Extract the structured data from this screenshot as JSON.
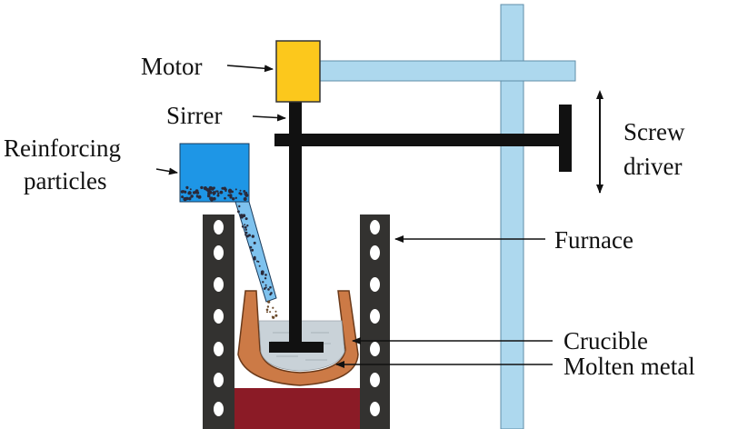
{
  "labels": {
    "motor": "Motor",
    "stirrer": "Sirrer",
    "reinforcing_line1": "Reinforcing",
    "reinforcing_line2": "particles",
    "screw_line1": "Screw",
    "screw_line2": "driver",
    "furnace": "Furnace",
    "crucible": "Crucible",
    "molten_metal": "Molten metal"
  },
  "colors": {
    "frame": "#add8ee",
    "motor": "#fcc81c",
    "hopper": "#1e96e6",
    "particles": "#2a2a3a",
    "particles_falling": "#7ec2ee",
    "furnace_wall": "#333230",
    "furnace_hole": "#ffffff",
    "crucible": "#cc7a46",
    "molten_metal": "#c9d2d8",
    "base": "#8b1b26",
    "stirrer": "#111111",
    "arrow": "#111111"
  }
}
